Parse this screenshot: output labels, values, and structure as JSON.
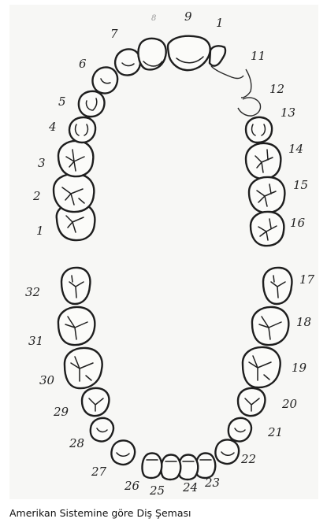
{
  "caption": "Amerikan Sistemine göre Diş Şeması",
  "tooth_labels": {
    "t1": "1",
    "t2": "2",
    "t3": "3",
    "t4": "4",
    "t5": "5",
    "t6": "6",
    "t7": "7",
    "t8": "8",
    "t9": "9",
    "t10": "1",
    "t11": "11",
    "t12": "12",
    "t13": "13",
    "t14": "14",
    "t15": "15",
    "t16": "16",
    "t17": "17",
    "t18": "18",
    "t19": "19",
    "t20": "20",
    "t21": "21",
    "t22": "22",
    "t23": "23",
    "t24": "24",
    "t25": "25",
    "t26": "26",
    "t27": "27",
    "t28": "28",
    "t29": "29",
    "t30": "30",
    "t31": "31",
    "t32": "32"
  }
}
